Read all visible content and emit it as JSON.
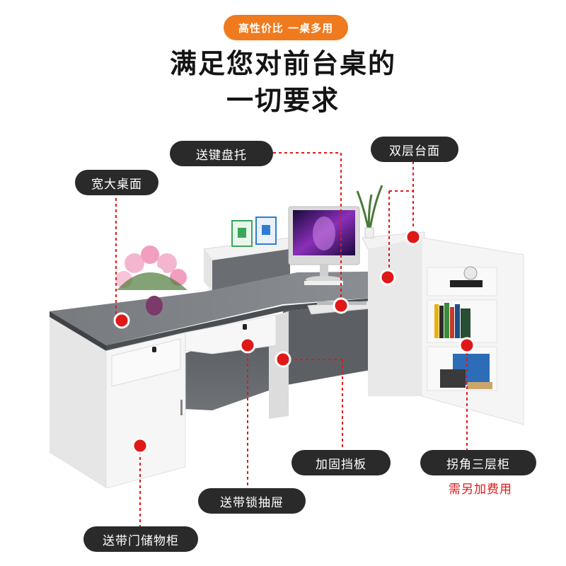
{
  "badge": {
    "text": "高性价比 一桌多用"
  },
  "headline": {
    "line1": "满足您对前台桌的",
    "line2": "一切要求"
  },
  "callouts": {
    "keyboard_tray": "送键盘托",
    "double_top": "双层台面",
    "wide_top": "宽大桌面",
    "baffle": "加固挡板",
    "corner_cabinet": "拐角三层柜",
    "lock_drawer": "送带锁抽屉",
    "door_cabinet": "送带门储物柜"
  },
  "extra_fee_note": "需另加费用",
  "colors": {
    "badge_orange": "#f07a1e",
    "pill_dark": "#2a2a2a",
    "marker_red": "#e01818",
    "desk_gray": "#6b6f74",
    "cabinet_white": "#f4f4f4"
  },
  "icons": [
    "marker-dot-icon",
    "monitor-icon",
    "flower-vase-icon",
    "plant-icon"
  ]
}
